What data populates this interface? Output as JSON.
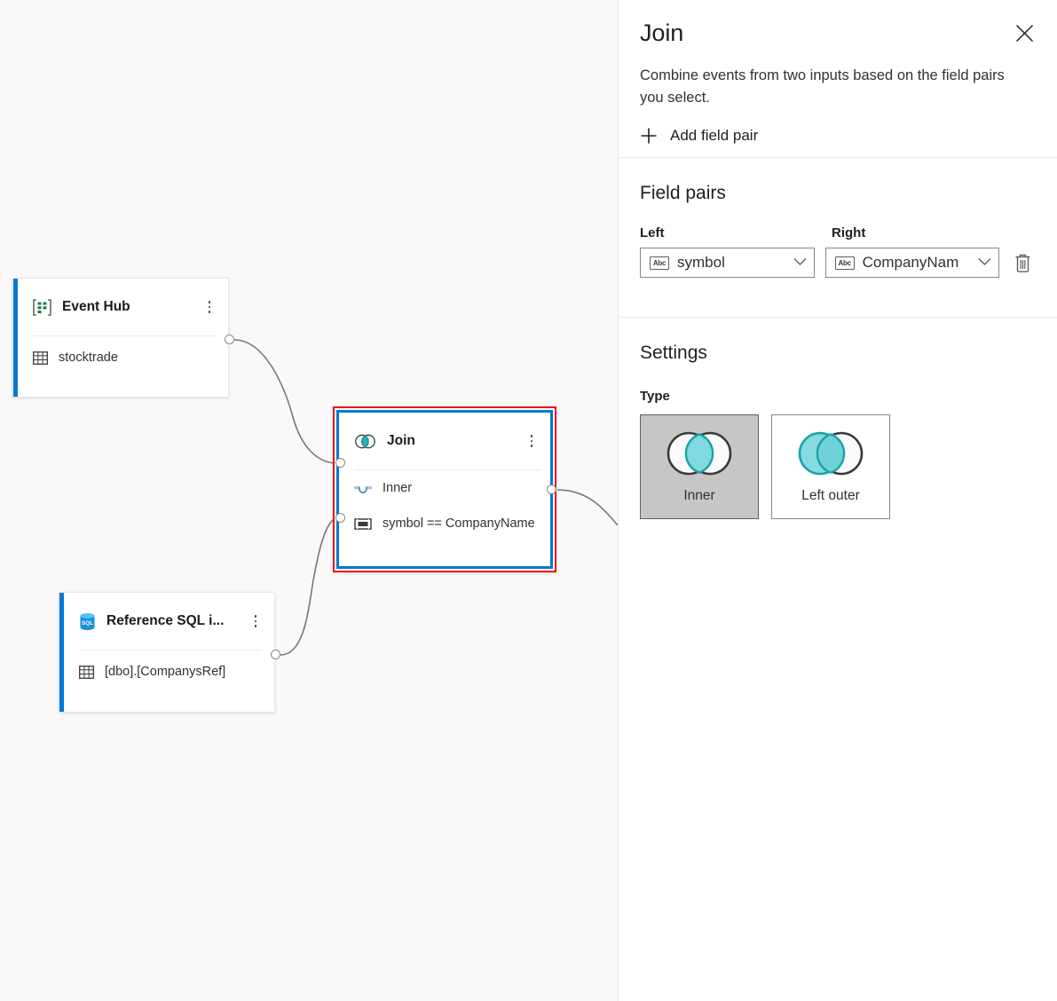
{
  "canvas": {
    "nodes": [
      {
        "id": "event-hub",
        "title": "Event Hub",
        "icon": "event-hub-icon",
        "row_label": "stocktrade",
        "row_icon": "table-icon"
      },
      {
        "id": "join",
        "title": "Join",
        "icon": "join-venn-icon",
        "rows": [
          {
            "icon": "join-type-icon",
            "label": "Inner"
          },
          {
            "icon": "field-pair-icon",
            "label": "symbol == CompanyName"
          }
        ]
      },
      {
        "id": "reference-sql",
        "title": "Reference SQL i...",
        "icon": "sql-database-icon",
        "row_label": "[dbo].[CompanysRef]",
        "row_icon": "table-icon"
      }
    ],
    "accent_color": "#0078d4",
    "selection_color": "#e81123",
    "background": "#faf9f8"
  },
  "panel": {
    "title": "Join",
    "close_icon": "close-icon",
    "description": "Combine events from two inputs based on the field pairs you select.",
    "add_field_pair_label": "Add field pair",
    "add_icon": "plus-icon",
    "field_pairs_heading": "Field pairs",
    "labels": {
      "left": "Left",
      "right": "Right"
    },
    "pairs": [
      {
        "left_value": "symbol",
        "left_type_icon": "abc-string-icon",
        "right_value": "CompanyNam",
        "right_type_icon": "abc-string-icon",
        "delete_icon": "trash-icon",
        "chevron_icon": "chevron-down-icon"
      }
    ],
    "settings_heading": "Settings",
    "type_label": "Type",
    "types": [
      {
        "label": "Inner",
        "icon": "venn-inner-icon",
        "selected": true
      },
      {
        "label": "Left outer",
        "icon": "venn-left-outer-icon",
        "selected": false
      }
    ],
    "accent_teal": "#27b6bf",
    "selected_bg": "#c8c6c4"
  }
}
